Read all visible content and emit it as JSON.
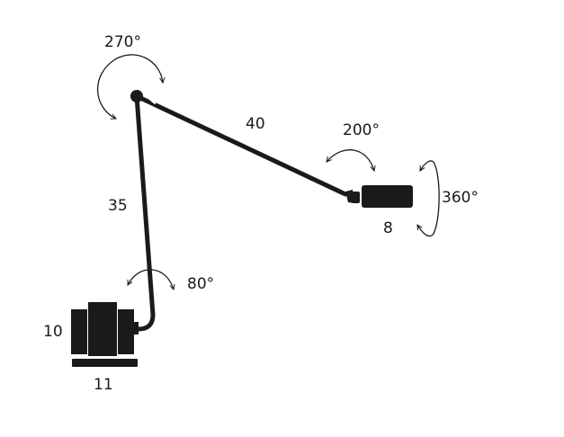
{
  "diagram": {
    "labels": {
      "top_joint_rotation": "270°",
      "upper_arm_length": "40",
      "head_joint_rotation": "200°",
      "head_spin_rotation": "360°",
      "head_size": "8",
      "lower_arm_length": "35",
      "base_joint_rotation": "80°",
      "base_height": "10",
      "base_width": "11"
    },
    "colors": {
      "ink": "#1a1a1a",
      "background": "#ffffff"
    }
  }
}
